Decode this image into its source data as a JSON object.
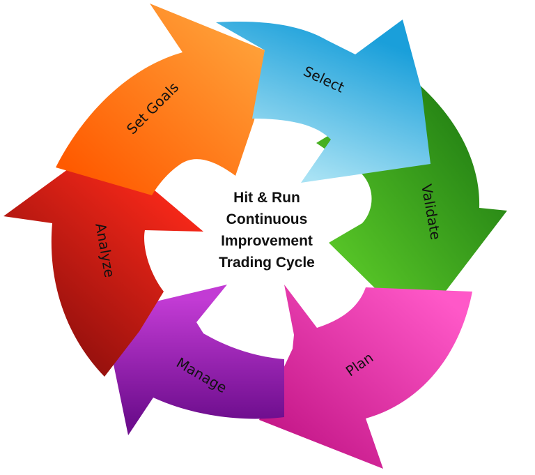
{
  "diagram": {
    "center_title": {
      "line1": "Hit & Run",
      "line2": "Continuous",
      "line3": "Improvement",
      "line4": "Trading Cycle"
    },
    "stages": [
      {
        "id": "set-goals",
        "label": "Set Goals",
        "color_light": "#FFA23A",
        "color_dark": "#FF5A00"
      },
      {
        "id": "select",
        "label": "Select",
        "color_light": "#A8E2F4",
        "color_dark": "#1A9FDA"
      },
      {
        "id": "validate",
        "label": "Validate",
        "color_light": "#5FCF2A",
        "color_dark": "#1E7A12"
      },
      {
        "id": "plan",
        "label": "Plan",
        "color_light": "#FF58C8",
        "color_dark": "#C21586"
      },
      {
        "id": "manage",
        "label": "Manage",
        "color_light": "#C23BD4",
        "color_dark": "#6E0E8E"
      },
      {
        "id": "analyze",
        "label": "Analyze",
        "color_light": "#FF2A1A",
        "color_dark": "#8C0E0C"
      }
    ]
  }
}
